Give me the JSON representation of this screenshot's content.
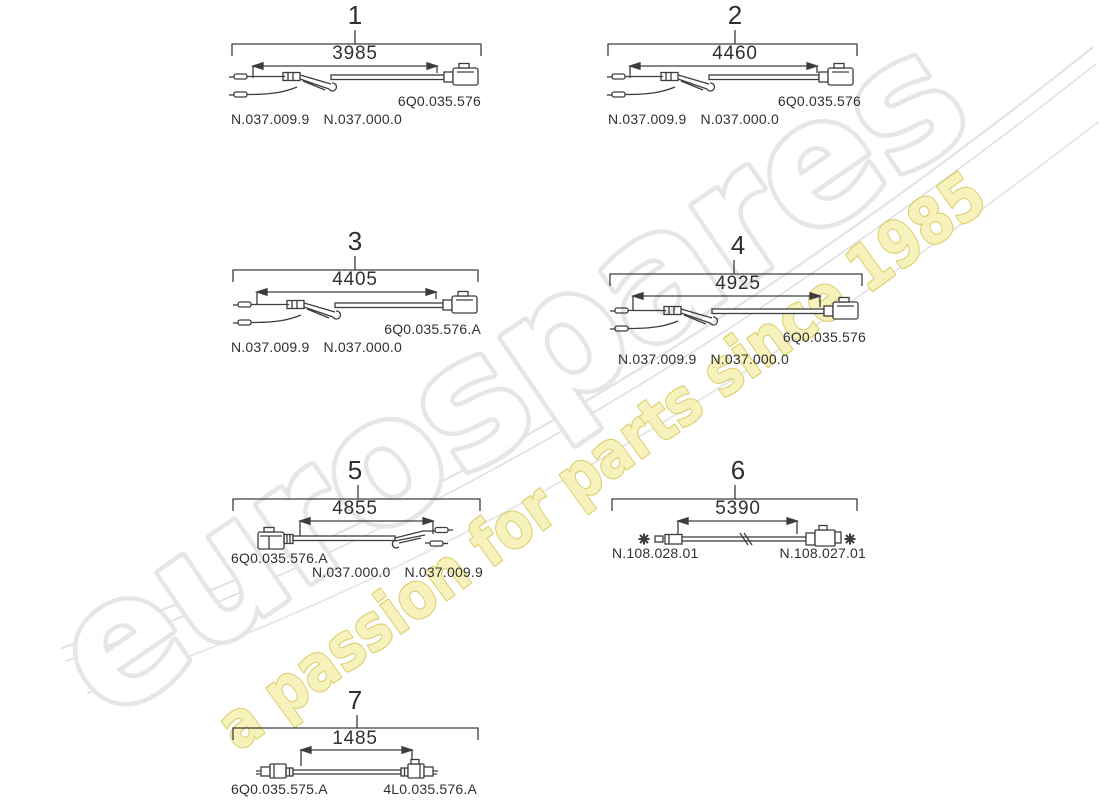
{
  "watermark": {
    "brand": "eurospares",
    "tagline": "a passion for parts since 1985",
    "brand_fill": "#ffffff",
    "brand_outline": "#e5e5e5",
    "tagline_fill": "#f7f1b5",
    "tagline_outline": "#d9cc62"
  },
  "diagram": {
    "line_color": "#3d3d3d"
  },
  "items": [
    {
      "number": "1",
      "length": "3985",
      "labels": [
        "6Q0.035.576",
        "N.037.009.9",
        "N.037.000.0"
      ]
    },
    {
      "number": "2",
      "length": "4460",
      "labels": [
        "6Q0.035.576",
        "N.037.009.9",
        "N.037.000.0"
      ]
    },
    {
      "number": "3",
      "length": "4405",
      "labels": [
        "6Q0.035.576.A",
        "N.037.009.9",
        "N.037.000.0"
      ]
    },
    {
      "number": "4",
      "length": "4925",
      "labels": [
        "6Q0.035.576",
        "N.037.009.9",
        "N.037.000.0"
      ]
    },
    {
      "number": "5",
      "length": "4855",
      "labels": [
        "6Q0.035.576.A",
        "N.037.000.0",
        "N.037.009.9"
      ]
    },
    {
      "number": "6",
      "length": "5390",
      "labels": [
        "N.108.028.01",
        "N.108.027.01"
      ]
    },
    {
      "number": "7",
      "length": "1485",
      "labels": [
        "6Q0.035.575.A",
        "4L0.035.576.A"
      ]
    }
  ]
}
